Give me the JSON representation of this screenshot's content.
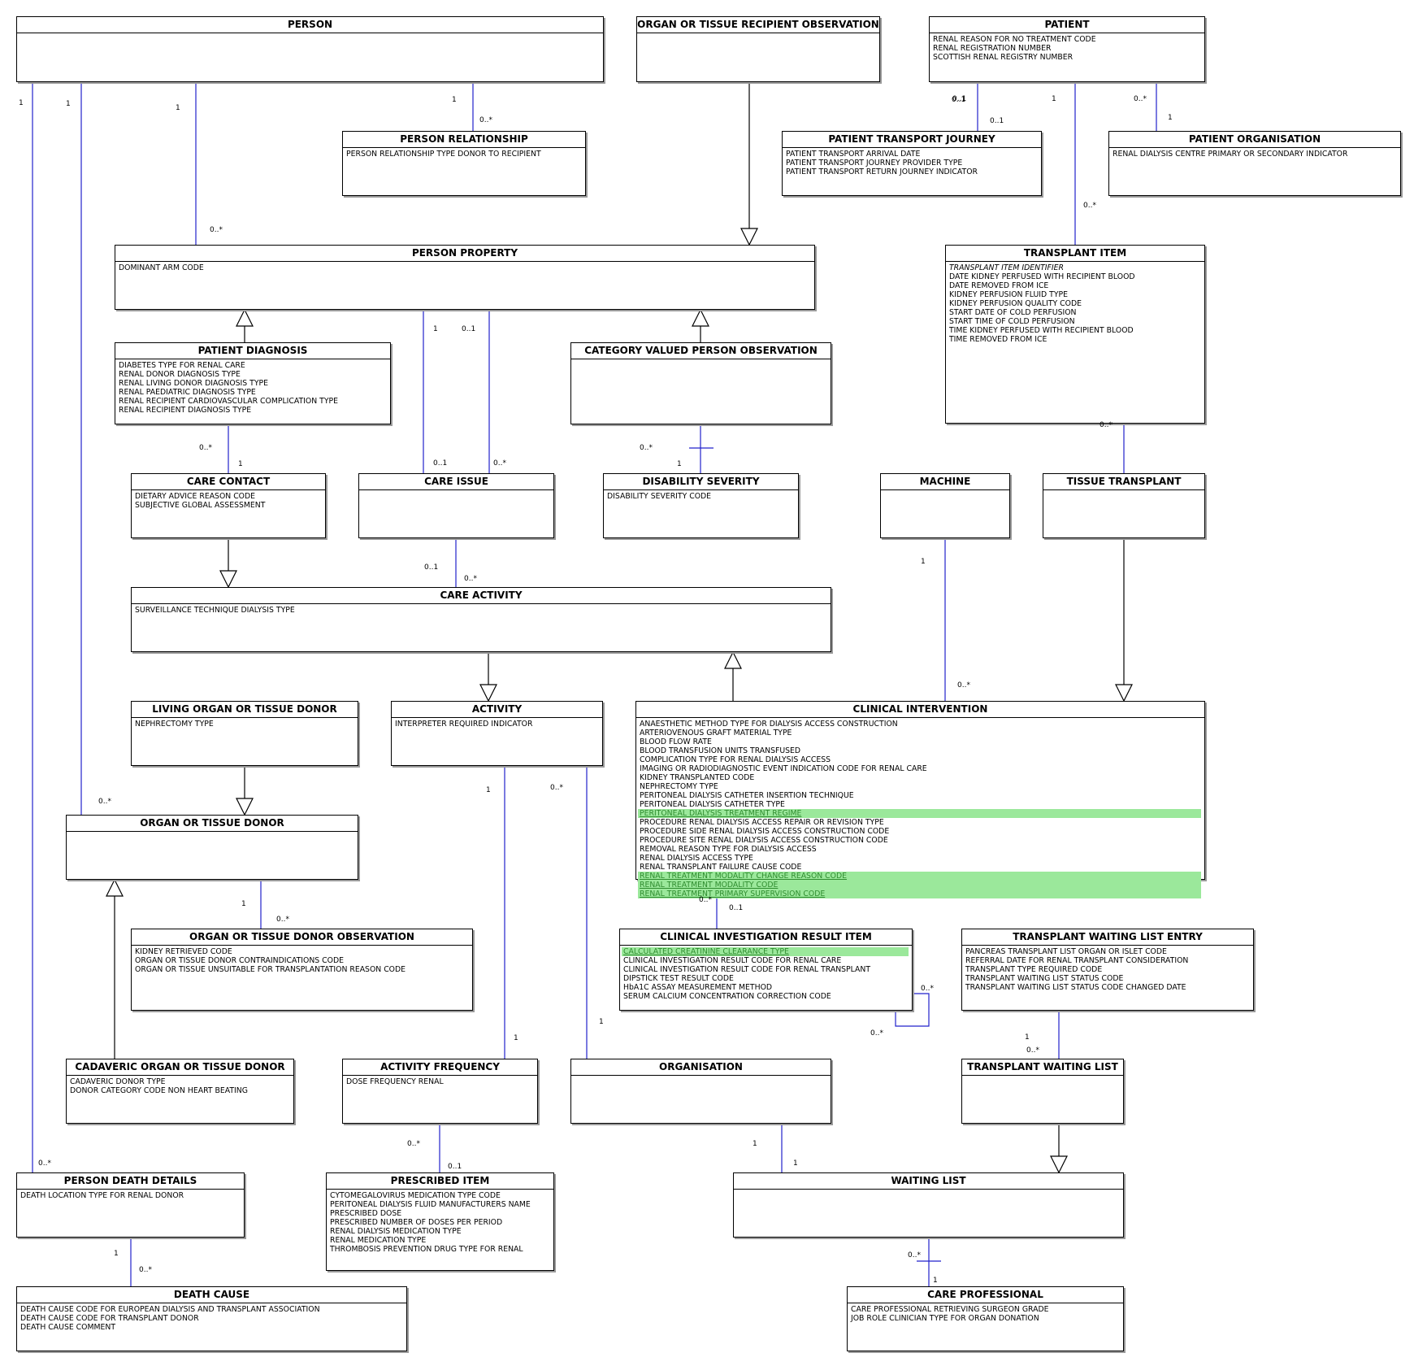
{
  "colors": {
    "association": "#2222cc",
    "generalization": "#000000",
    "highlight": "#9be89b"
  },
  "entities": [
    {
      "id": "person",
      "title": "PERSON",
      "attrs": []
    },
    {
      "id": "organ-or-tissue-recipient-observation",
      "title": "ORGAN OR TISSUE RECIPIENT OBSERVATION",
      "attrs": []
    },
    {
      "id": "patient",
      "title": "PATIENT",
      "attrs": [
        {
          "text": "RENAL REASON FOR NO TREATMENT CODE"
        },
        {
          "text": "RENAL REGISTRATION NUMBER"
        },
        {
          "text": "SCOTTISH RENAL REGISTRY NUMBER"
        }
      ]
    },
    {
      "id": "person-relationship",
      "title": "PERSON RELATIONSHIP",
      "attrs": [
        {
          "text": "PERSON RELATIONSHIP TYPE DONOR TO RECIPIENT"
        }
      ]
    },
    {
      "id": "patient-transport-journey",
      "title": "PATIENT TRANSPORT JOURNEY",
      "attrs": [
        {
          "text": "PATIENT TRANSPORT ARRIVAL DATE"
        },
        {
          "text": "PATIENT TRANSPORT JOURNEY PROVIDER TYPE"
        },
        {
          "text": "PATIENT TRANSPORT RETURN JOURNEY INDICATOR"
        }
      ]
    },
    {
      "id": "patient-organisation",
      "title": "PATIENT ORGANISATION",
      "attrs": [
        {
          "text": "RENAL DIALYSIS CENTRE PRIMARY OR SECONDARY INDICATOR"
        }
      ]
    },
    {
      "id": "person-property",
      "title": "PERSON PROPERTY",
      "attrs": [
        {
          "text": "DOMINANT ARM CODE"
        }
      ]
    },
    {
      "id": "transplant-item",
      "title": "TRANSPLANT ITEM",
      "attrs": [
        {
          "text": "TRANSPLANT ITEM IDENTIFIER",
          "italic": true
        },
        {
          "text": "DATE KIDNEY PERFUSED WITH RECIPIENT BLOOD"
        },
        {
          "text": "DATE REMOVED FROM ICE"
        },
        {
          "text": "KIDNEY PERFUSION FLUID TYPE"
        },
        {
          "text": "KIDNEY PERFUSION QUALITY CODE"
        },
        {
          "text": "START DATE OF COLD PERFUSION"
        },
        {
          "text": "START TIME OF COLD PERFUSION"
        },
        {
          "text": "TIME KIDNEY PERFUSED WITH RECIPIENT BLOOD"
        },
        {
          "text": "TIME REMOVED FROM ICE"
        }
      ]
    },
    {
      "id": "patient-diagnosis",
      "title": "PATIENT DIAGNOSIS",
      "attrs": [
        {
          "text": "DIABETES TYPE FOR RENAL CARE"
        },
        {
          "text": "RENAL DONOR DIAGNOSIS TYPE"
        },
        {
          "text": "RENAL LIVING DONOR DIAGNOSIS TYPE"
        },
        {
          "text": "RENAL PAEDIATRIC DIAGNOSIS TYPE"
        },
        {
          "text": "RENAL RECIPIENT CARDIOVASCULAR COMPLICATION TYPE"
        },
        {
          "text": "RENAL RECIPIENT DIAGNOSIS TYPE"
        }
      ]
    },
    {
      "id": "category-valued-person-observation",
      "title": "CATEGORY VALUED PERSON OBSERVATION",
      "attrs": []
    },
    {
      "id": "care-contact",
      "title": "CARE CONTACT",
      "attrs": [
        {
          "text": "DIETARY ADVICE REASON CODE"
        },
        {
          "text": "SUBJECTIVE GLOBAL ASSESSMENT"
        }
      ]
    },
    {
      "id": "care-issue",
      "title": "CARE ISSUE",
      "attrs": []
    },
    {
      "id": "disability-severity",
      "title": "DISABILITY SEVERITY",
      "attrs": [
        {
          "text": "DISABILITY SEVERITY CODE"
        }
      ]
    },
    {
      "id": "machine",
      "title": "MACHINE",
      "attrs": []
    },
    {
      "id": "tissue-transplant",
      "title": "TISSUE TRANSPLANT",
      "attrs": []
    },
    {
      "id": "care-activity",
      "title": "CARE ACTIVITY",
      "attrs": [
        {
          "text": "SURVEILLANCE TECHNIQUE DIALYSIS TYPE"
        }
      ]
    },
    {
      "id": "living-organ-or-tissue-donor",
      "title": "LIVING ORGAN OR TISSUE DONOR",
      "attrs": [
        {
          "text": "NEPHRECTOMY TYPE"
        }
      ]
    },
    {
      "id": "activity",
      "title": "ACTIVITY",
      "attrs": [
        {
          "text": "INTERPRETER REQUIRED INDICATOR"
        }
      ]
    },
    {
      "id": "clinical-intervention",
      "title": "CLINICAL INTERVENTION",
      "attrs": [
        {
          "text": "ANAESTHETIC METHOD TYPE FOR DIALYSIS ACCESS CONSTRUCTION"
        },
        {
          "text": "ARTERIOVENOUS GRAFT MATERIAL TYPE"
        },
        {
          "text": "BLOOD FLOW RATE"
        },
        {
          "text": "BLOOD TRANSFUSION UNITS TRANSFUSED"
        },
        {
          "text": "COMPLICATION TYPE FOR RENAL DIALYSIS ACCESS"
        },
        {
          "text": "IMAGING OR RADIODIAGNOSTIC EVENT INDICATION CODE FOR RENAL CARE"
        },
        {
          "text": "KIDNEY TRANSPLANTED CODE"
        },
        {
          "text": "NEPHRECTOMY TYPE"
        },
        {
          "text": "PERITONEAL DIALYSIS CATHETER INSERTION TECHNIQUE"
        },
        {
          "text": "PERITONEAL DIALYSIS CATHETER TYPE"
        },
        {
          "text": "PERITONEAL DIALYSIS TREATMENT REGIME",
          "highlight": true
        },
        {
          "text": "PROCEDURE RENAL DIALYSIS ACCESS REPAIR OR REVISION TYPE"
        },
        {
          "text": "PROCEDURE SIDE RENAL DIALYSIS ACCESS CONSTRUCTION CODE"
        },
        {
          "text": "PROCEDURE SITE RENAL DIALYSIS ACCESS CONSTRUCTION CODE"
        },
        {
          "text": "REMOVAL REASON TYPE  FOR DIALYSIS ACCESS"
        },
        {
          "text": "RENAL DIALYSIS ACCESS TYPE"
        },
        {
          "text": "RENAL TRANSPLANT FAILURE CAUSE CODE"
        },
        {
          "text": "RENAL TREATMENT MODALITY CHANGE REASON CODE",
          "highlight": true
        },
        {
          "text": "RENAL TREATMENT MODALITY CODE",
          "highlight": true
        },
        {
          "text": "RENAL TREATMENT PRIMARY SUPERVISION CODE",
          "highlight": true
        }
      ]
    },
    {
      "id": "organ-or-tissue-donor",
      "title": "ORGAN OR TISSUE DONOR",
      "attrs": []
    },
    {
      "id": "organ-or-tissue-donor-observation",
      "title": "ORGAN OR TISSUE DONOR OBSERVATION",
      "attrs": [
        {
          "text": "KIDNEY RETRIEVED CODE"
        },
        {
          "text": "ORGAN OR TISSUE DONOR CONTRAINDICATIONS CODE"
        },
        {
          "text": "ORGAN OR TISSUE UNSUITABLE FOR TRANSPLANTATION REASON CODE"
        }
      ]
    },
    {
      "id": "clinical-investigation-result-item",
      "title": "CLINICAL INVESTIGATION RESULT ITEM",
      "attrs": [
        {
          "text": "CALCULATED CREATININE CLEARANCE TYPE",
          "highlight": true
        },
        {
          "text": "CLINICAL INVESTIGATION RESULT CODE FOR RENAL CARE"
        },
        {
          "text": "CLINICAL INVESTIGATION RESULT CODE FOR RENAL TRANSPLANT"
        },
        {
          "text": "DIPSTICK TEST RESULT CODE"
        },
        {
          "text": "HbA1C ASSAY MEASUREMENT METHOD"
        },
        {
          "text": "SERUM CALCIUM CONCENTRATION CORRECTION CODE"
        }
      ]
    },
    {
      "id": "transplant-waiting-list-entry",
      "title": "TRANSPLANT WAITING LIST ENTRY",
      "attrs": [
        {
          "text": "PANCREAS TRANSPLANT LIST ORGAN OR ISLET CODE"
        },
        {
          "text": "REFERRAL DATE FOR RENAL TRANSPLANT CONSIDERATION"
        },
        {
          "text": "TRANSPLANT TYPE REQUIRED CODE"
        },
        {
          "text": "TRANSPLANT WAITING LIST STATUS CODE"
        },
        {
          "text": "TRANSPLANT WAITING LIST STATUS CODE CHANGED DATE"
        }
      ]
    },
    {
      "id": "cadaveric-organ-or-tissue-donor",
      "title": "CADAVERIC ORGAN OR TISSUE DONOR",
      "attrs": [
        {
          "text": "CADAVERIC DONOR TYPE"
        },
        {
          "text": "DONOR CATEGORY CODE NON HEART BEATING"
        }
      ]
    },
    {
      "id": "activity-frequency",
      "title": "ACTIVITY FREQUENCY",
      "attrs": [
        {
          "text": "DOSE FREQUENCY RENAL"
        }
      ]
    },
    {
      "id": "organisation",
      "title": "ORGANISATION",
      "attrs": []
    },
    {
      "id": "transplant-waiting-list",
      "title": "TRANSPLANT WAITING LIST",
      "attrs": []
    },
    {
      "id": "person-death-details",
      "title": "PERSON DEATH DETAILS",
      "attrs": [
        {
          "text": "DEATH LOCATION TYPE FOR RENAL DONOR"
        }
      ]
    },
    {
      "id": "prescribed-item",
      "title": "PRESCRIBED ITEM",
      "attrs": [
        {
          "text": "CYTOMEGALOVIRUS MEDICATION TYPE CODE"
        },
        {
          "text": "PERITONEAL DIALYSIS FLUID MANUFACTURERS NAME"
        },
        {
          "text": "PRESCRIBED DOSE"
        },
        {
          "text": "PRESCRIBED NUMBER OF DOSES PER PERIOD"
        },
        {
          "text": "RENAL DIALYSIS MEDICATION TYPE"
        },
        {
          "text": "RENAL MEDICATION TYPE"
        },
        {
          "text": "THROMBOSIS PREVENTION DRUG TYPE FOR RENAL"
        }
      ]
    },
    {
      "id": "waiting-list",
      "title": "WAITING LIST",
      "attrs": []
    },
    {
      "id": "death-cause",
      "title": "DEATH CAUSE",
      "attrs": [
        {
          "text": "DEATH CAUSE CODE FOR EUROPEAN DIALYSIS AND TRANSPLANT ASSOCIATION"
        },
        {
          "text": "DEATH CAUSE CODE FOR TRANSPLANT DONOR"
        },
        {
          "text": "DEATH CAUSE COMMENT"
        }
      ]
    },
    {
      "id": "care-professional",
      "title": "CARE PROFESSIONAL",
      "attrs": [
        {
          "text": "CARE PROFESSIONAL RETRIEVING SURGEON GRADE"
        },
        {
          "text": "JOB ROLE CLINICIAN TYPE FOR ORGAN  DONATION"
        }
      ]
    }
  ],
  "multiplicities": [
    "1",
    "1",
    "1",
    "1",
    "0..*",
    "0..*",
    "0..1",
    "0..1",
    "0..*",
    "1",
    "0..*",
    "1",
    "0..1",
    "0..*",
    "1",
    "0..1",
    "0..1",
    "0..*",
    "0..*",
    "1",
    "0..*",
    "1",
    "0..1",
    "0..*",
    "1",
    "0..*",
    "0..*",
    "1",
    "0..*",
    "1",
    "0..*",
    "1",
    "1",
    "0..*",
    "0..1",
    "0..*",
    "0..*",
    "1",
    "0..*",
    "0..1",
    "0..*",
    "1",
    "0..*",
    "1",
    "1",
    "0..*",
    "1",
    "0..*"
  ]
}
